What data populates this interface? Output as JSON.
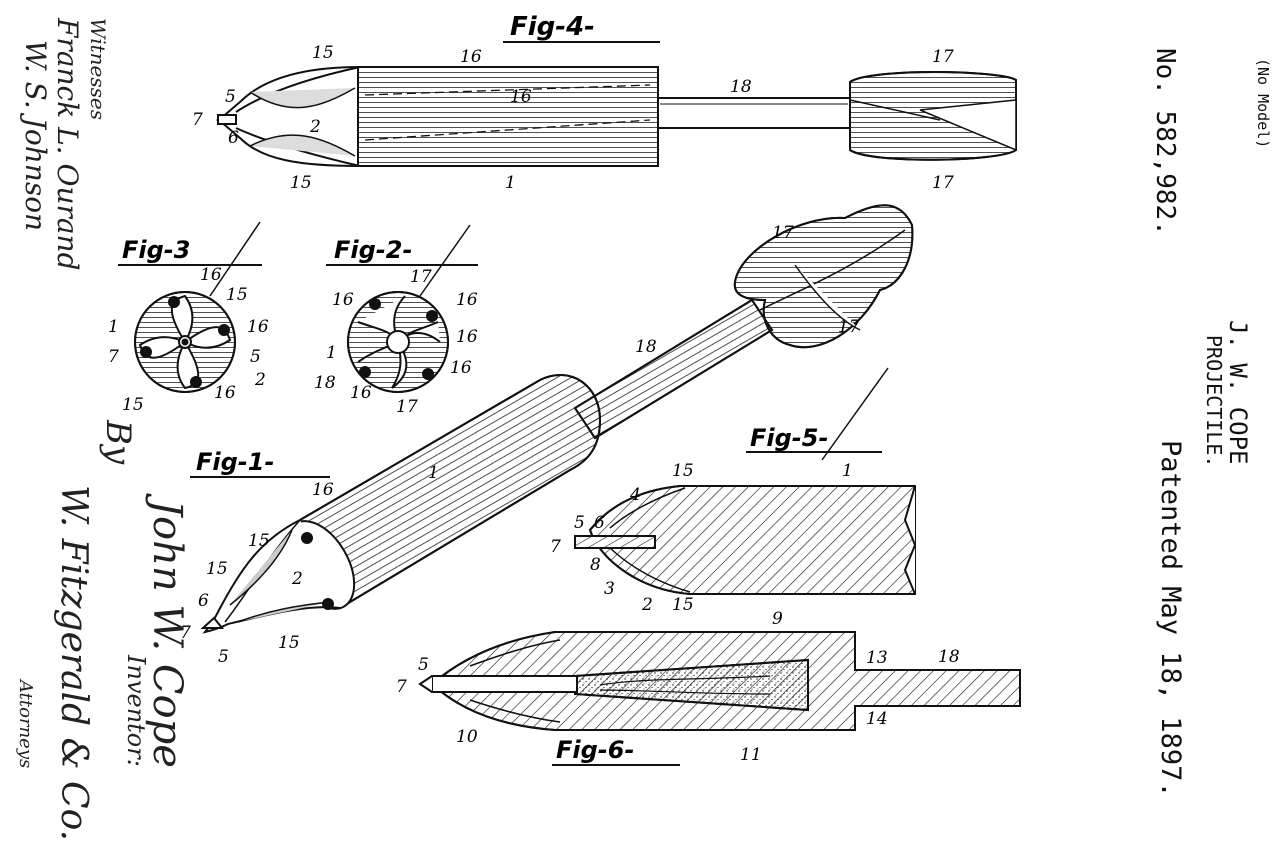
{
  "header": {
    "no_model": "(No Model)",
    "patent_no": "No. 582,982.",
    "inventor_name": "J. W. COPE",
    "title": "PROJECTILE.",
    "patented": "Patented May 18, 1897."
  },
  "figures": {
    "fig1": "Fig-1-",
    "fig2": "Fig-2-",
    "fig3": "Fig-3",
    "fig4": "Fig-4-",
    "fig5": "Fig-5-",
    "fig6": "Fig-6-"
  },
  "signatures": {
    "witnesses_label": "Witnesses",
    "witness_1": "Franck L. Ourand",
    "witness_2": "W. S. Johnson",
    "by": "By",
    "attorney_name": "W. Fitzgerald & Co.",
    "attorney_label": "Attorneys",
    "inventor_signature": "John W. Cope",
    "inventor_label": "Inventor:"
  },
  "labels": {
    "fig4": [
      "15",
      "16",
      "16",
      "5",
      "7",
      "2",
      "6",
      "15",
      "1",
      "18",
      "17",
      "17"
    ],
    "fig3": [
      "16",
      "15",
      "1",
      "16",
      "7",
      "5",
      "2",
      "15",
      "16"
    ],
    "fig2": [
      "17",
      "16",
      "16",
      "1",
      "16",
      "18",
      "16",
      "17",
      "16"
    ],
    "fig1": [
      "17",
      "17",
      "18",
      "1",
      "16",
      "15",
      "15",
      "2",
      "6",
      "7",
      "5",
      "15"
    ],
    "fig5": [
      "1",
      "15",
      "4",
      "5",
      "6",
      "7",
      "8",
      "3",
      "2",
      "15"
    ],
    "fig6": [
      "9",
      "13",
      "18",
      "5",
      "7",
      "14",
      "10",
      "11"
    ]
  }
}
